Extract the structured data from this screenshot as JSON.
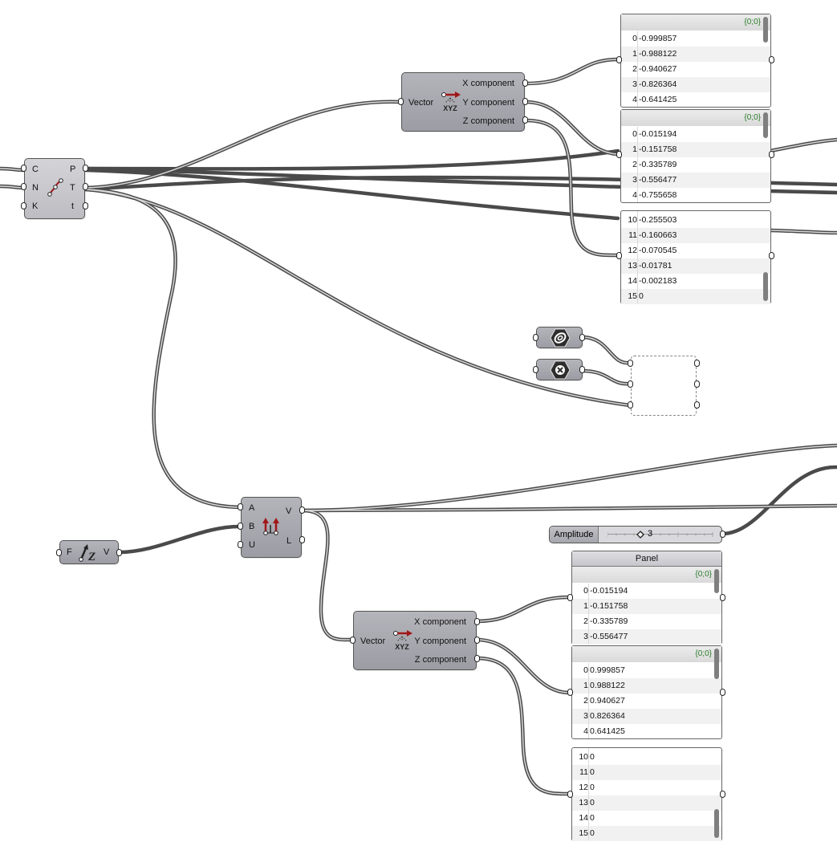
{
  "curve_component": {
    "inputs": [
      "C",
      "N",
      "K"
    ],
    "outputs": [
      "P",
      "T",
      "t"
    ]
  },
  "deconstruct_top": {
    "input": "Vector",
    "outputs": [
      "X component",
      "Y component",
      "Z component"
    ]
  },
  "panel_top_1": {
    "path": "{0;0}",
    "rows": [
      [
        "0",
        "-0.999857"
      ],
      [
        "1",
        "-0.988122"
      ],
      [
        "2",
        "-0.940627"
      ],
      [
        "3",
        "-0.826364"
      ],
      [
        "4",
        "-0.641425"
      ]
    ]
  },
  "panel_top_2": {
    "path": "{0;0}",
    "rows": [
      [
        "0",
        "-0.015194"
      ],
      [
        "1",
        "-0.151758"
      ],
      [
        "2",
        "-0.335789"
      ],
      [
        "3",
        "-0.556477"
      ],
      [
        "4",
        "-0.755658"
      ]
    ]
  },
  "panel_top_3": {
    "rows": [
      [
        "10",
        "-0.255503"
      ],
      [
        "11",
        "-0.160663"
      ],
      [
        "12",
        "-0.070545"
      ],
      [
        "13",
        "-0.01781"
      ],
      [
        "14",
        "-0.002183"
      ],
      [
        "15",
        "0"
      ]
    ]
  },
  "vector_2pt": {
    "inputs": [
      "A",
      "B",
      "U"
    ],
    "outputs": [
      "V",
      "L"
    ]
  },
  "unit_z": {
    "input": "F",
    "output": "V"
  },
  "amplitude_slider": {
    "name": "Amplitude",
    "value": "3"
  },
  "deconstruct_bottom": {
    "input": "Vector",
    "outputs": [
      "X component",
      "Y component",
      "Z component"
    ]
  },
  "panel_bottom_1": {
    "title": "Panel",
    "path": "{0;0}",
    "rows": [
      [
        "0",
        "-0.015194"
      ],
      [
        "1",
        "-0.151758"
      ],
      [
        "2",
        "-0.335789"
      ],
      [
        "3",
        "-0.556477"
      ]
    ]
  },
  "panel_bottom_2": {
    "path": "{0;0}",
    "rows": [
      [
        "0",
        "0.999857"
      ],
      [
        "1",
        "0.988122"
      ],
      [
        "2",
        "0.940627"
      ],
      [
        "3",
        "0.826364"
      ],
      [
        "4",
        "0.641425"
      ]
    ]
  },
  "panel_bottom_3": {
    "rows": [
      [
        "10",
        "0"
      ],
      [
        "11",
        "0"
      ],
      [
        "12",
        "0"
      ],
      [
        "13",
        "0"
      ],
      [
        "14",
        "0"
      ],
      [
        "15",
        "0"
      ]
    ]
  },
  "icons": {
    "curve": "curve-points-icon",
    "deconstruct": "deconstruct-vector-icon",
    "vector2pt": "vector-two-point-icon",
    "unitz": "unit-z-icon",
    "geometry": "geometry-param-icon",
    "cross": "cross-param-icon"
  },
  "colors": {
    "component_fill": "#a8a8b0",
    "wire": "#555555",
    "path_text": "#2a7a2a"
  }
}
